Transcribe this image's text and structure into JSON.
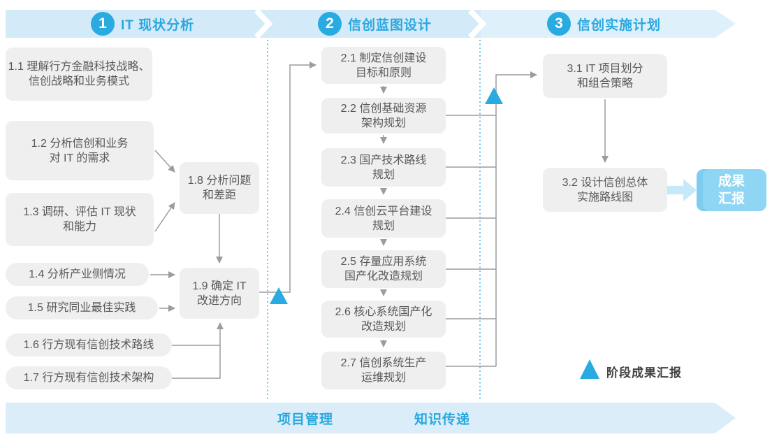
{
  "phases": [
    {
      "number": "1",
      "title": "IT 现状分析"
    },
    {
      "number": "2",
      "title": "信创蓝图设计"
    },
    {
      "number": "3",
      "title": "信创实施计划"
    }
  ],
  "phase1_boxes": [
    {
      "id": "1.1",
      "lines": [
        "1.1 理解行方金融科技战略、",
        "信创战略和业务模式"
      ]
    },
    {
      "id": "1.2",
      "lines": [
        "1.2 分析信创和业务",
        "对 IT 的需求"
      ]
    },
    {
      "id": "1.3",
      "lines": [
        "1.3 调研、评估 IT 现状",
        "和能力"
      ]
    },
    {
      "id": "1.4",
      "lines": [
        "1.4 分析产业侧情况"
      ]
    },
    {
      "id": "1.5",
      "lines": [
        "1.5 研究同业最佳实践"
      ]
    },
    {
      "id": "1.6",
      "lines": [
        "1.6 行方现有信创技术路线"
      ]
    },
    {
      "id": "1.7",
      "lines": [
        "1.7 行方现有信创技术架构"
      ]
    },
    {
      "id": "1.8",
      "lines": [
        "1.8 分析问题",
        "和差距"
      ]
    },
    {
      "id": "1.9",
      "lines": [
        "1.9 确定 IT",
        "改进方向"
      ]
    }
  ],
  "phase2_boxes": [
    {
      "id": "2.1",
      "lines": [
        "2.1 制定信创建设",
        "目标和原则"
      ]
    },
    {
      "id": "2.2",
      "lines": [
        "2.2 信创基础资源",
        "架构规划"
      ]
    },
    {
      "id": "2.3",
      "lines": [
        "2.3 国产技术路线",
        "规划"
      ]
    },
    {
      "id": "2.4",
      "lines": [
        "2.4 信创云平台建设",
        "规划"
      ]
    },
    {
      "id": "2.5",
      "lines": [
        "2.5 存量应用系统",
        "国产化改造规划"
      ]
    },
    {
      "id": "2.6",
      "lines": [
        "2.6 核心系统国产化",
        "改造规划"
      ]
    },
    {
      "id": "2.7",
      "lines": [
        "2.7 信创系统生产",
        "运维规划"
      ]
    }
  ],
  "phase3_boxes": [
    {
      "id": "3.1",
      "lines": [
        "3.1 IT 项目划分",
        "和组合策略"
      ]
    },
    {
      "id": "3.2",
      "lines": [
        "3.2 设计信创总体",
        "实施路线图"
      ]
    }
  ],
  "outcome_box": {
    "lines": [
      "成果",
      "汇报"
    ]
  },
  "bottom_band": {
    "labels": [
      "项目管理",
      "知识传递"
    ]
  },
  "legend": {
    "label": "阶段成果汇报"
  },
  "connections": [
    "1.2→1.8",
    "1.3→1.8",
    "1.8→1.9",
    "1.4→1.9",
    "1.5→1.9",
    "1.6→1.9",
    "1.7→1.9",
    "1.9→2.1",
    "2.1→2.2",
    "2.2→2.3",
    "2.3→2.4",
    "2.4→2.5",
    "2.5→2.6",
    "2.6→2.7",
    "2.2~2.7→3.1",
    "3.1→3.2",
    "3.2→成果汇报"
  ],
  "colors": {
    "accent": "#29ABE2",
    "header_text": "#29A8E0",
    "band_fill": "#D3EAF8",
    "band3_fill": "#DEF0FA",
    "bottom_band_fill": "#DBEDF8",
    "separator": "#FFFFFF",
    "box_fill": "#EFEFEF",
    "box_text": "#57585A",
    "line_gray": "#9A9C9E",
    "dotted": "#5ABFEB",
    "outcome_fill": "#8FD6F4",
    "outcome_edge": "#7ECDF1",
    "outcome_arrow": "#C5E8FA",
    "legend_text": "#414042"
  }
}
